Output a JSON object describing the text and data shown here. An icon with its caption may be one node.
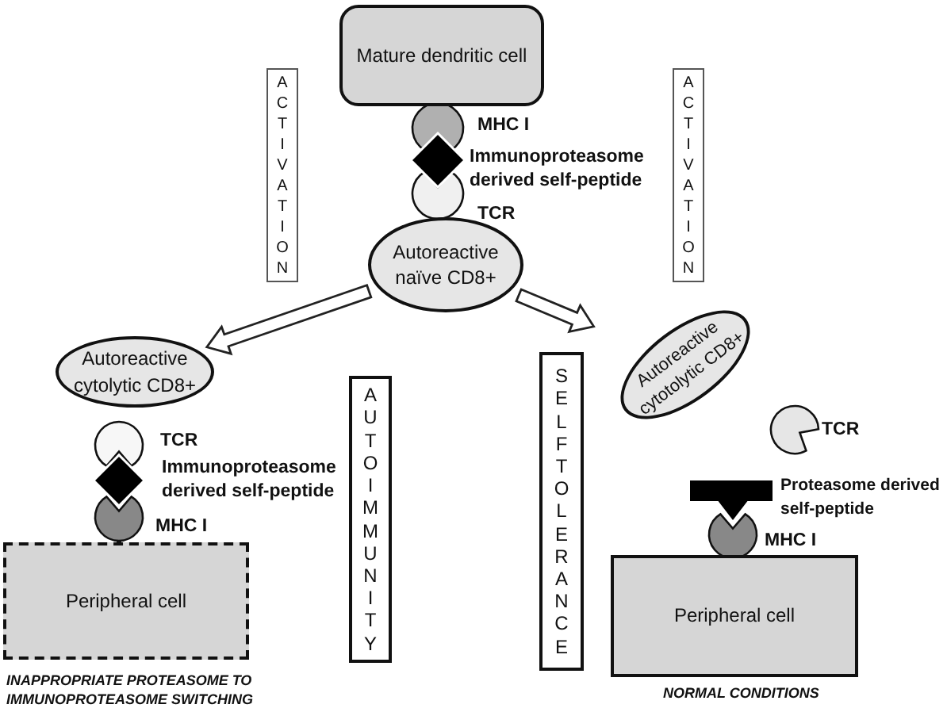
{
  "diagram": {
    "nodes": [
      {
        "text": [
          "Mature dendritic cell"
        ]
      },
      {
        "text": [
          "Autoreactive naïve CD8+"
        ]
      },
      {
        "text": [
          "Autoreactive cytolytic CD8+"
        ]
      },
      {
        "text": [
          "Autoreactive cytotolytic CD8+"
        ]
      },
      {
        "text": [
          "Peripheral cell"
        ],
        "beside": [
          "INAPPROPRIATE PROTEASOME TO IMMUNOPROTEASOME SWITCHING"
        ]
      },
      {
        "text": [
          "Peripheral cell"
        ],
        "beside": [
          "NORMAL CONDITIONS"
        ]
      },
      {
        "text": [
          "ACTIVATION"
        ]
      },
      {
        "text": [
          "ACTIVATION"
        ]
      },
      {
        "text": [
          "AUTOIMMUNITY"
        ]
      },
      {
        "text": [
          "SELF TOLERANCE"
        ]
      }
    ],
    "edges": [
      {
        "from": 1,
        "to": 2,
        "arrow": "to"
      },
      {
        "from": 1,
        "to": 3,
        "arrow": "to"
      }
    ],
    "labels": [
      "MHC I",
      "Immunoproteasome derived self-peptide",
      "TCR",
      "TCR",
      "Immunoproteasome derived self-peptide",
      "MHC I",
      "TCR",
      "Proteasome derived self-peptide",
      "MHC I"
    ]
  }
}
